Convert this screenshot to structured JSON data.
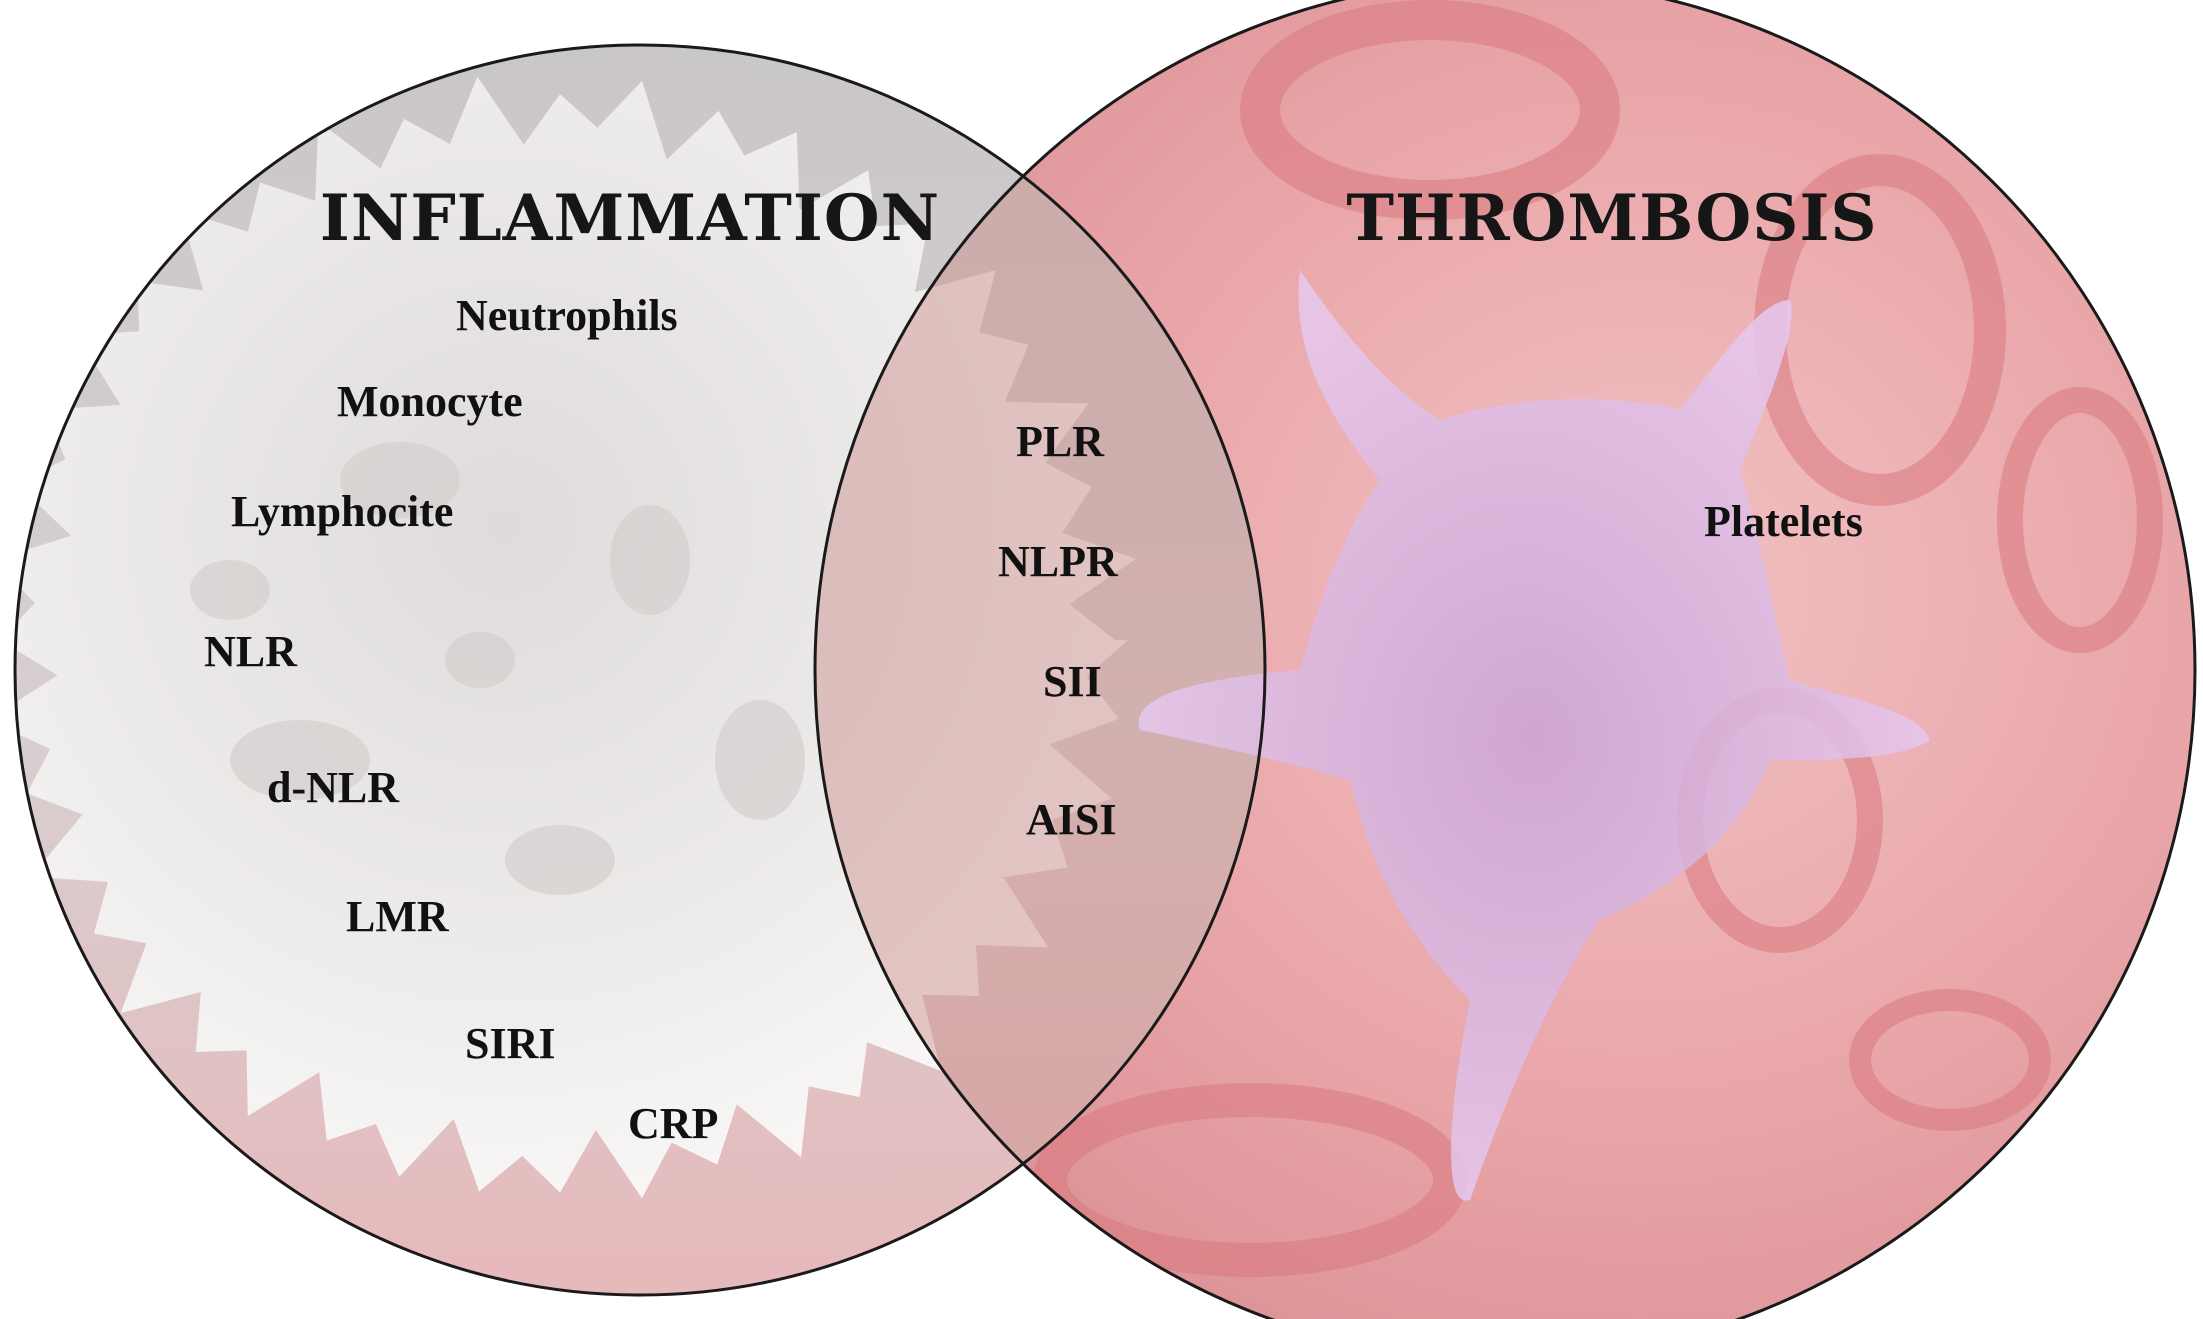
{
  "sets": [
    {
      "id": "left",
      "title": "INFLAMMATION",
      "items": [
        "Neutrophils",
        "Monocyte",
        "Lymphocite",
        "NLR",
        "d-NLR",
        "LMR",
        "SIRI",
        "CRP"
      ]
    },
    {
      "id": "right",
      "title": "THROMBOSIS",
      "items": [
        "Platelets"
      ]
    }
  ],
  "overlap": {
    "items": [
      "PLR",
      "NLPR",
      "SII",
      "AISI"
    ]
  },
  "colors": {
    "outline": "#1a1a1a",
    "inflammation_tint": "#d9d4d6",
    "cell_surface": "#f1efee",
    "thrombosis_tint": "#e6a3a7",
    "blood_red": "#e38286",
    "platelet": "#d9b6e6"
  },
  "icons": [
    "white-blood-cell-icon",
    "red-blood-cell-icon",
    "platelet-icon"
  ]
}
